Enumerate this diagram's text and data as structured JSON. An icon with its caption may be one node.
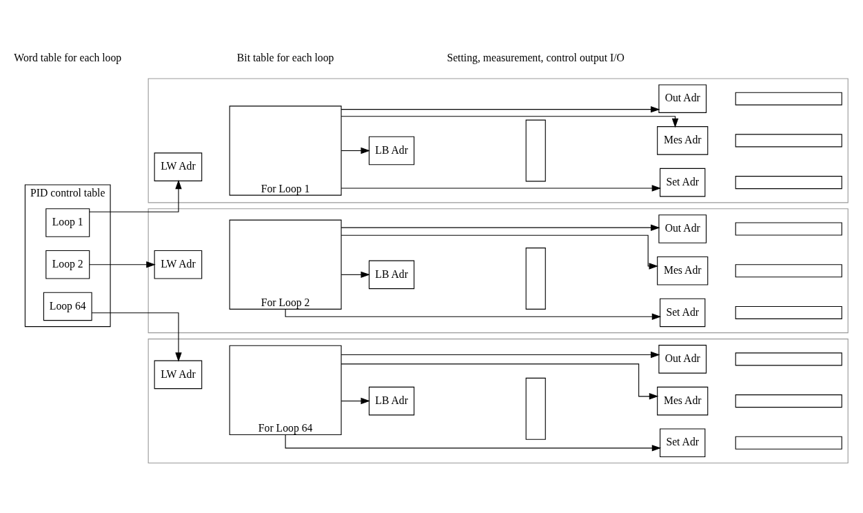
{
  "diagram": {
    "nodes": [
      {
        "text": [
          "PID control table"
        ]
      },
      {
        "text": [
          "Loop 1"
        ],
        "in": 0
      },
      {
        "text": [
          "Loop 2"
        ],
        "in": 0
      },
      {
        "text": [
          "Loop 64"
        ],
        "in": 0
      },
      {
        "text": [],
        "shape": "box"
      },
      {
        "text": [
          "LW Adr"
        ],
        "in": 4
      },
      {
        "text": [
          "For Loop 1"
        ],
        "in": 4
      },
      {
        "text": [
          "LB Adr"
        ],
        "in": 4
      },
      {
        "text": [],
        "shape": "bar",
        "in": 4
      },
      {
        "text": [
          "Set Adr"
        ],
        "in": 4
      },
      {
        "text": [],
        "shape": "box",
        "in": 4
      },
      {
        "text": [
          "Mes Adr"
        ],
        "in": 4
      },
      {
        "text": [],
        "shape": "box",
        "in": 4
      },
      {
        "text": [
          "Out Adr"
        ],
        "in": 4
      },
      {
        "text": [],
        "shape": "box",
        "in": 4
      },
      {
        "text": [],
        "shape": "box"
      },
      {
        "text": [
          "LW Adr"
        ],
        "in": 15
      },
      {
        "text": [
          "For Loop 2"
        ],
        "in": 15
      },
      {
        "text": [
          "LB Adr"
        ],
        "in": 15
      },
      {
        "text": [],
        "shape": "bar",
        "in": 15
      },
      {
        "text": [
          "Set Adr"
        ],
        "in": 15
      },
      {
        "text": [],
        "shape": "box",
        "in": 15
      },
      {
        "text": [
          "Mes Adr"
        ],
        "in": 15
      },
      {
        "text": [],
        "shape": "box",
        "in": 15
      },
      {
        "text": [
          "Out Adr"
        ],
        "in": 15
      },
      {
        "text": [],
        "shape": "box",
        "in": 15
      },
      {
        "text": [],
        "shape": "box"
      },
      {
        "text": [
          "LW Adr"
        ],
        "in": 26
      },
      {
        "text": [
          "For Loop 64"
        ],
        "in": 26
      },
      {
        "text": [
          "LB Adr"
        ],
        "in": 26
      },
      {
        "text": [],
        "shape": "bar",
        "in": 26
      },
      {
        "text": [
          "Set Adr"
        ],
        "in": 26
      },
      {
        "text": [],
        "shape": "box",
        "in": 26
      },
      {
        "text": [
          "Mes Adr"
        ],
        "in": 26
      },
      {
        "text": [],
        "shape": "box",
        "in": 26
      },
      {
        "text": [
          "Out Adr"
        ],
        "in": 26
      },
      {
        "text": [],
        "shape": "box",
        "in": 26
      }
    ],
    "edges": [
      {
        "from": 1,
        "to": 5,
        "arrow": "to"
      },
      {
        "from": 6,
        "to": 7,
        "arrow": "to"
      },
      {
        "from": 6,
        "to": 9,
        "arrow": "to"
      },
      {
        "from": 6,
        "to": 11,
        "arrow": "to"
      },
      {
        "from": 6,
        "to": 13,
        "arrow": "to"
      },
      {
        "from": 2,
        "to": 16,
        "arrow": "to"
      },
      {
        "from": 17,
        "to": 18,
        "arrow": "to"
      },
      {
        "from": 17,
        "to": 20,
        "arrow": "to"
      },
      {
        "from": 17,
        "to": 22,
        "arrow": "to"
      },
      {
        "from": 17,
        "to": 24,
        "arrow": "to"
      },
      {
        "from": 3,
        "to": 27,
        "arrow": "to"
      },
      {
        "from": 28,
        "to": 29,
        "arrow": "to"
      },
      {
        "from": 28,
        "to": 31,
        "arrow": "to"
      },
      {
        "from": 28,
        "to": 33,
        "arrow": "to"
      },
      {
        "from": 28,
        "to": 35,
        "arrow": "to"
      }
    ],
    "labels": [
      "Word table for each loop",
      "Bit table for each loop",
      "Setting, measurement, control output I/O"
    ]
  }
}
